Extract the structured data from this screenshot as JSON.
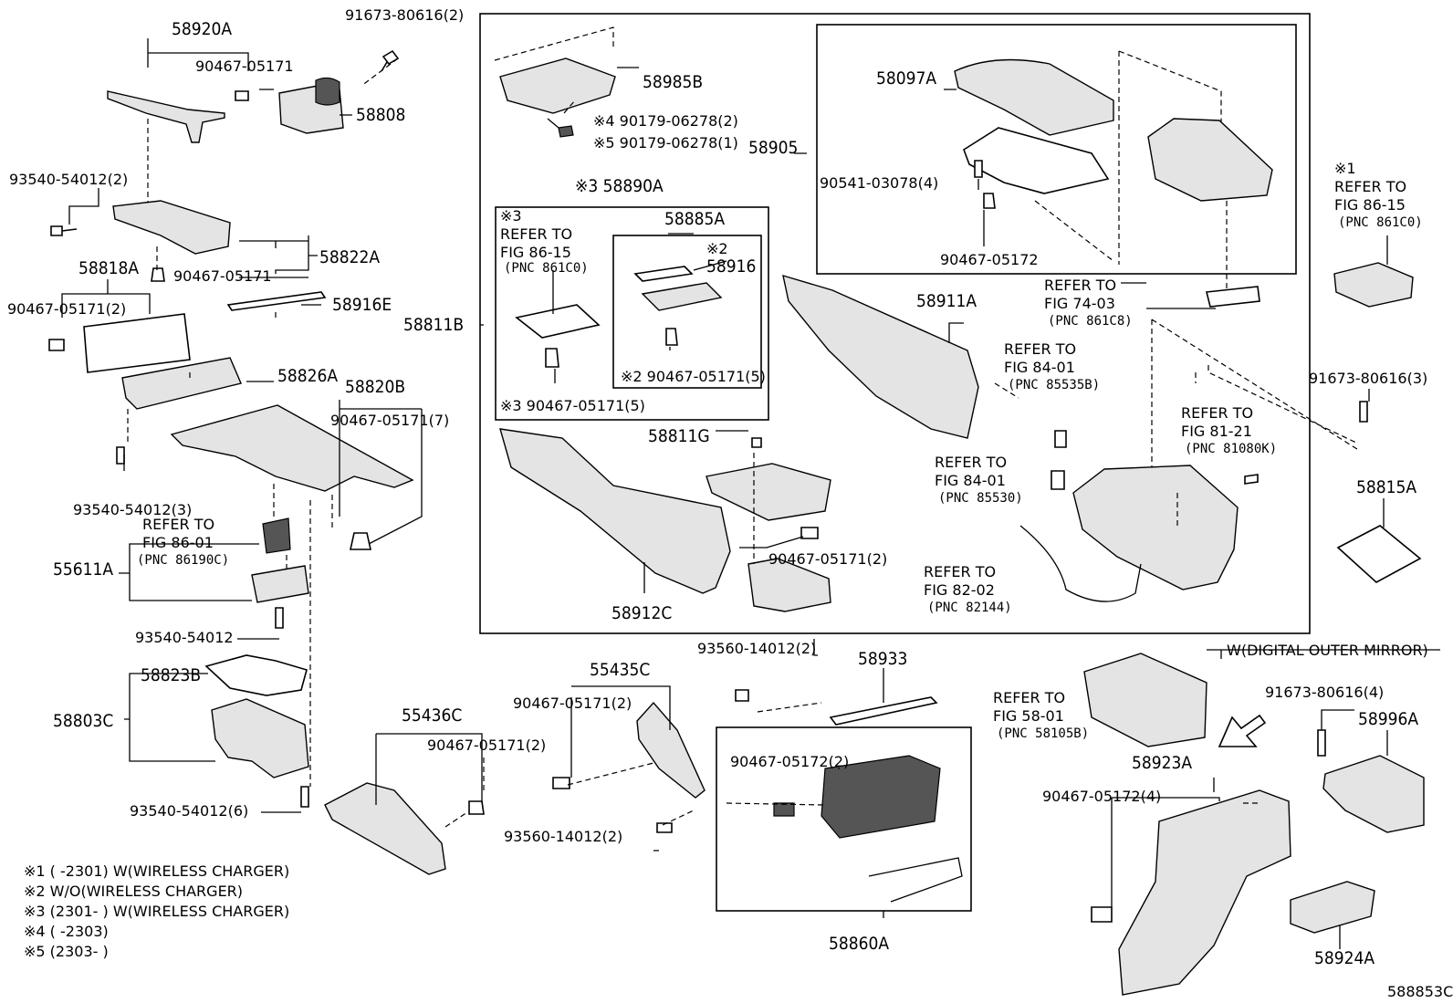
{
  "labels": {
    "p58920A": "58920A",
    "p91673_80616_2": "91673-80616(2)",
    "p90467_05171_a": "90467-05171",
    "p58808": "58808",
    "p93540_54012_2": "93540-54012(2)",
    "p58822A": "58822A",
    "p90467_05171_b": "90467-05171",
    "p58818A": "58818A",
    "p90467_05171_2a": "90467-05171(2)",
    "p58916E": "58916E",
    "p58826A": "58826A",
    "p58820B": "58820B",
    "p90467_05171_7": "90467-05171(7)",
    "p93540_54012_3": "93540-54012(3)",
    "refer_86_01_a": "REFER TO",
    "refer_86_01_b": "FIG 86-01",
    "refer_86_01_c": "(PNC 86190C)",
    "p55611A": "55611A",
    "p93540_54012": "93540-54012",
    "p58823B": "58823B",
    "p58803C": "58803C",
    "p93540_54012_6": "93540-54012(6)",
    "p58985B": "58985B",
    "p490179": "※4 90179-06278(2)",
    "p590179": "※5 90179-06278(1)",
    "p58905": "58905",
    "p58890A": "※3 58890A",
    "refer_86_15_left_mark": "※3",
    "refer_86_15_left_a": "REFER TO",
    "refer_86_15_left_b": "FIG 86-15",
    "refer_86_15_left_c": "(PNC 861C0)",
    "p58885A": "58885A",
    "p58916_mark": "※2",
    "p58916": "58916",
    "p90467_05171_5a": "※3 90467-05171(5)",
    "p90467_05171_5b": "※2 90467-05171(5)",
    "p58811B": "58811B",
    "p58097A": "58097A",
    "p90541": "90541-03078(4)",
    "p90467_05172": "90467-05172",
    "p58911A": "58911A",
    "refer_74_03_a": "REFER TO",
    "refer_74_03_b": "FIG 74-03",
    "refer_74_03_c": "(PNC 861C8)",
    "refer_84_01_top_a": "REFER TO",
    "refer_84_01_top_b": "FIG 84-01",
    "refer_84_01_top_c": "(PNC 85535B)",
    "refer_81_21_a": "REFER TO",
    "refer_81_21_b": "FIG 81-21",
    "refer_81_21_c": "(PNC 81080K)",
    "refer_84_01_bot_a": "REFER TO",
    "refer_84_01_bot_b": "FIG 84-01",
    "refer_84_01_bot_c": "(PNC 85530)",
    "refer_82_02_a": "REFER TO",
    "refer_82_02_b": "FIG 82-02",
    "refer_82_02_c": "(PNC 82144)",
    "p58811G": "58811G",
    "p90467_05171_2b": "90467-05171(2)",
    "p58912C": "58912C",
    "refer_86_15_right_mark": "※1",
    "refer_86_15_right_a": "REFER TO",
    "refer_86_15_right_b": "FIG 86-15",
    "refer_86_15_right_c": "(PNC 861C0)",
    "p91673_80616_3": "91673-80616(3)",
    "p58815A": "58815A",
    "p93560_14012_2a": "93560-14012(2)",
    "p58933": "58933",
    "p55435C": "55435C",
    "p90467_05171_2c": "90467-05171(2)",
    "p55436C": "55436C",
    "p90467_05171_2d": "90467-05171(2)",
    "p93560_14012_2b": "93560-14012(2)",
    "p90467_05172_2": "90467-05172(2)",
    "p58860A": "58860A",
    "refer_58_01_a": "REFER TO",
    "refer_58_01_b": "FIG 58-01",
    "refer_58_01_c": "(PNC 58105B)",
    "w_digital": "W(DIGITAL OUTER MIRROR)",
    "p91673_80616_4": "91673-80616(4)",
    "p58996A": "58996A",
    "p58923A": "58923A",
    "p90467_05172_4": "90467-05172(4)",
    "p58924A": "58924A",
    "diagram_id": "588853C"
  },
  "legend": [
    "※1 (      -2301) W(WIRELESS CHARGER)",
    "※2 W/O(WIRELESS CHARGER)",
    "※3 (2301-      ) W(WIRELESS CHARGER)",
    "※4 (      -2303)",
    "※5 (2303-      )"
  ]
}
